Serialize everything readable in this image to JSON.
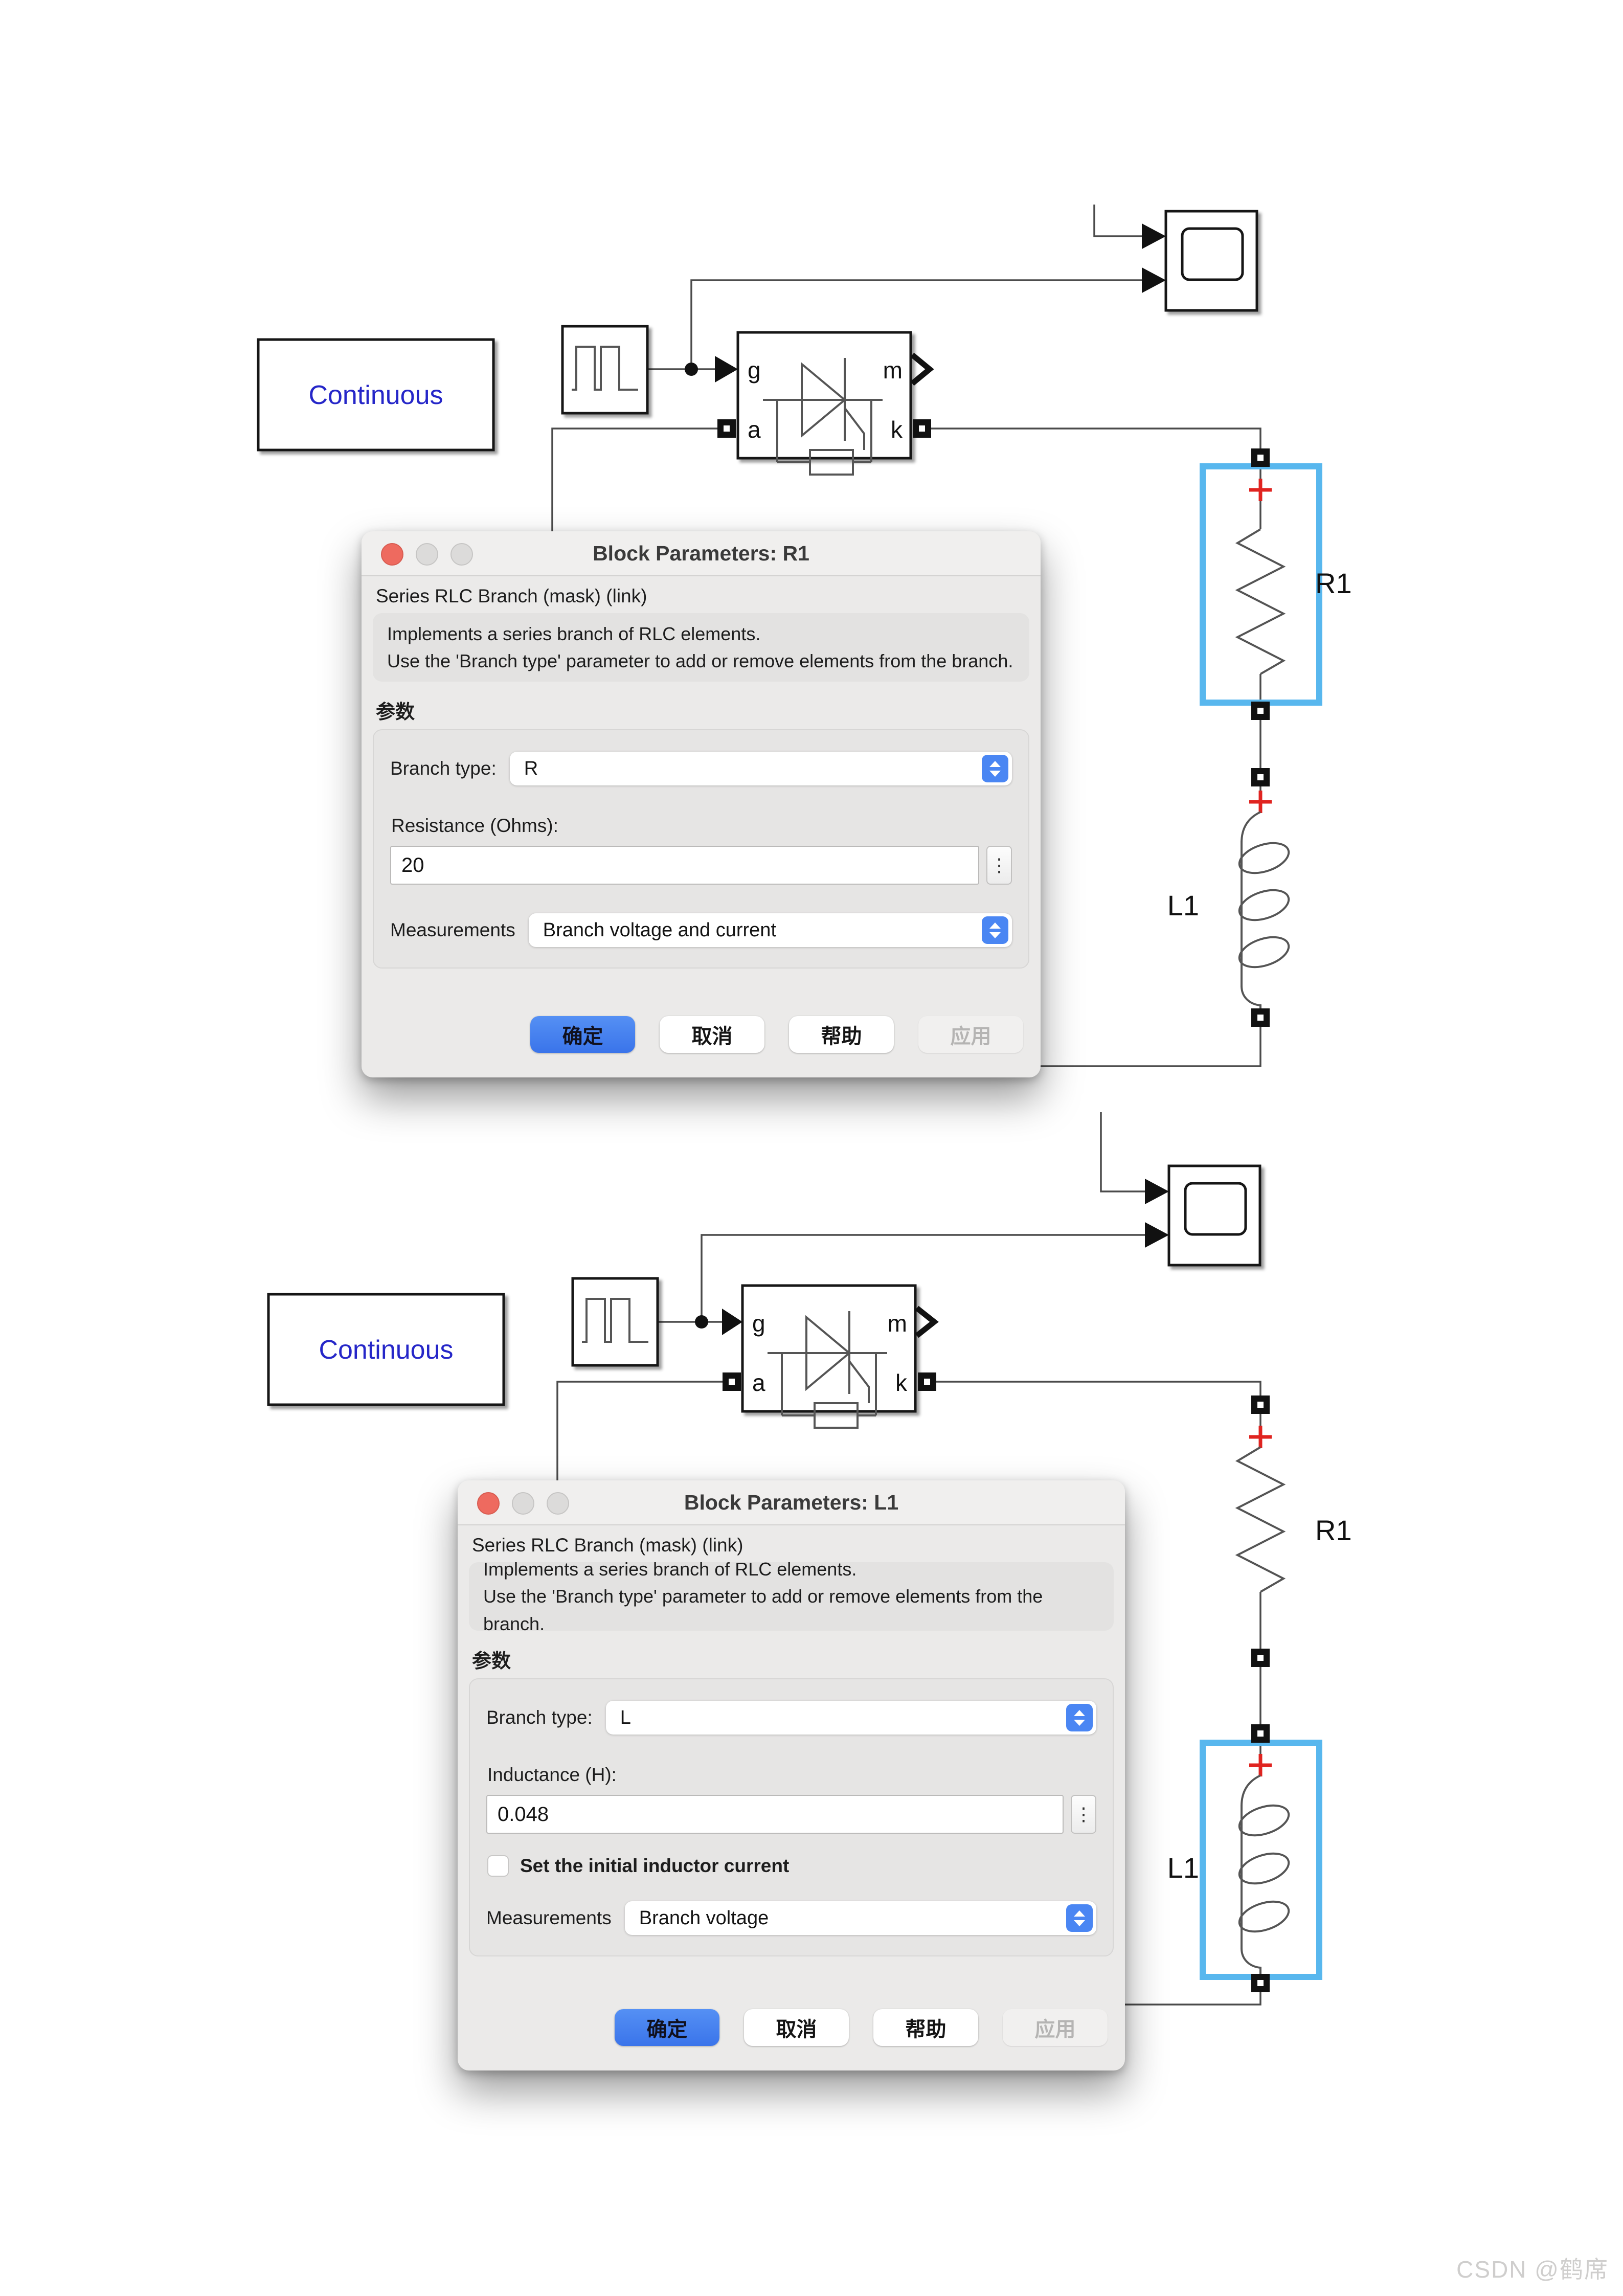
{
  "watermark": "CSDN @鹤席",
  "diagram": {
    "powergui_label": "Continuous",
    "ports": {
      "g": "g",
      "a": "a",
      "m": "m",
      "k": "k"
    },
    "resistor_label": "R1",
    "inductor_label": "L1"
  },
  "dialog_r1": {
    "title": "Block Parameters: R1",
    "mask_line": "Series RLC Branch (mask) (link)",
    "description_line1": "Implements a series branch of RLC elements.",
    "description_line2": "Use the 'Branch type' parameter to add or remove elements from the branch.",
    "params_header": "参数",
    "branch_type_label": "Branch type:",
    "branch_type_value": "R",
    "resistance_label": "Resistance (Ohms):",
    "resistance_value": "20",
    "dots_button": "⋮",
    "measurements_label": "Measurements",
    "measurements_value": "Branch voltage and current",
    "buttons": {
      "ok": "确定",
      "cancel": "取消",
      "help": "帮助",
      "apply": "应用"
    }
  },
  "dialog_l1": {
    "title": "Block Parameters: L1",
    "mask_line": "Series RLC Branch (mask) (link)",
    "description_line1": "Implements a series branch of RLC elements.",
    "description_line2": "Use the 'Branch type' parameter to add or remove elements from the branch.",
    "params_header": "参数",
    "branch_type_label": "Branch type:",
    "branch_type_value": "L",
    "inductance_label": "Inductance (H):",
    "inductance_value": "0.048",
    "dots_button": "⋮",
    "checkbox_label": "Set the initial inductor current",
    "measurements_label": "Measurements",
    "measurements_value": "Branch voltage",
    "buttons": {
      "ok": "确定",
      "cancel": "取消",
      "help": "帮助",
      "apply": "应用"
    }
  }
}
